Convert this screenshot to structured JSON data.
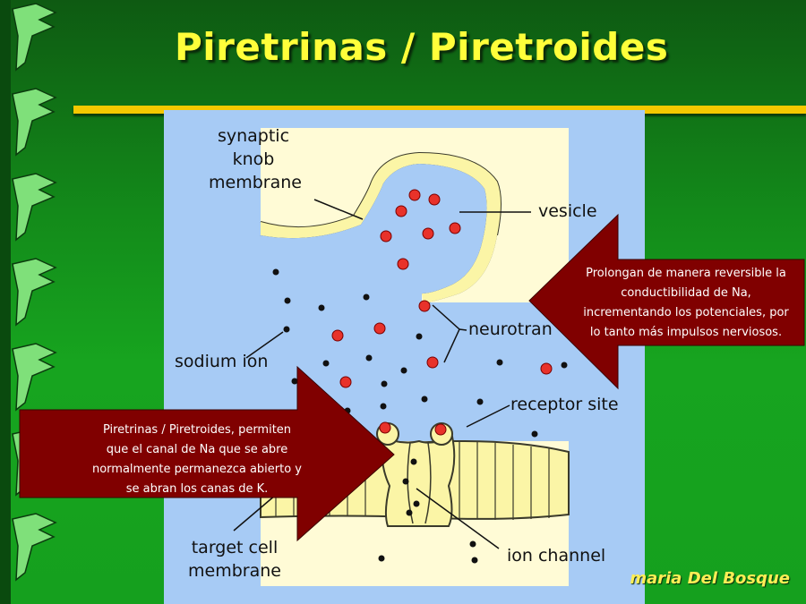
{
  "slide": {
    "title": "Piretrinas / Piretroides",
    "footer": "maria Del Bosque"
  },
  "diagram": {
    "labels": {
      "synaptic_knob": [
        "synaptic",
        "knob",
        "membrane"
      ],
      "vesicle": "vesicle",
      "neurotransmitter": "neurotran",
      "sodium_ion": "sodium ion",
      "receptor_site": "receptor site",
      "target_cell": [
        "target cell",
        "membrane"
      ],
      "ion_channel": "ion channel"
    }
  },
  "callouts": {
    "right": {
      "lines": [
        "Prolongan de manera reversible la",
        "conductibilidad de Na,",
        "incrementando los potenciales, por",
        "lo tanto más impulsos nerviosos."
      ]
    },
    "left": {
      "lines": [
        "Piretrinas / Piretroides, permiten",
        "que el canal de Na que se abre",
        "normalmente permanezca abierto y",
        "se abran los canas de K."
      ]
    }
  },
  "colors": {
    "title": "#ffff3a",
    "rule": "#f5c800",
    "callout_fill": "#800000",
    "diagram_bg": "#a7cbf5",
    "membrane_fill": "#fbf5a6"
  }
}
